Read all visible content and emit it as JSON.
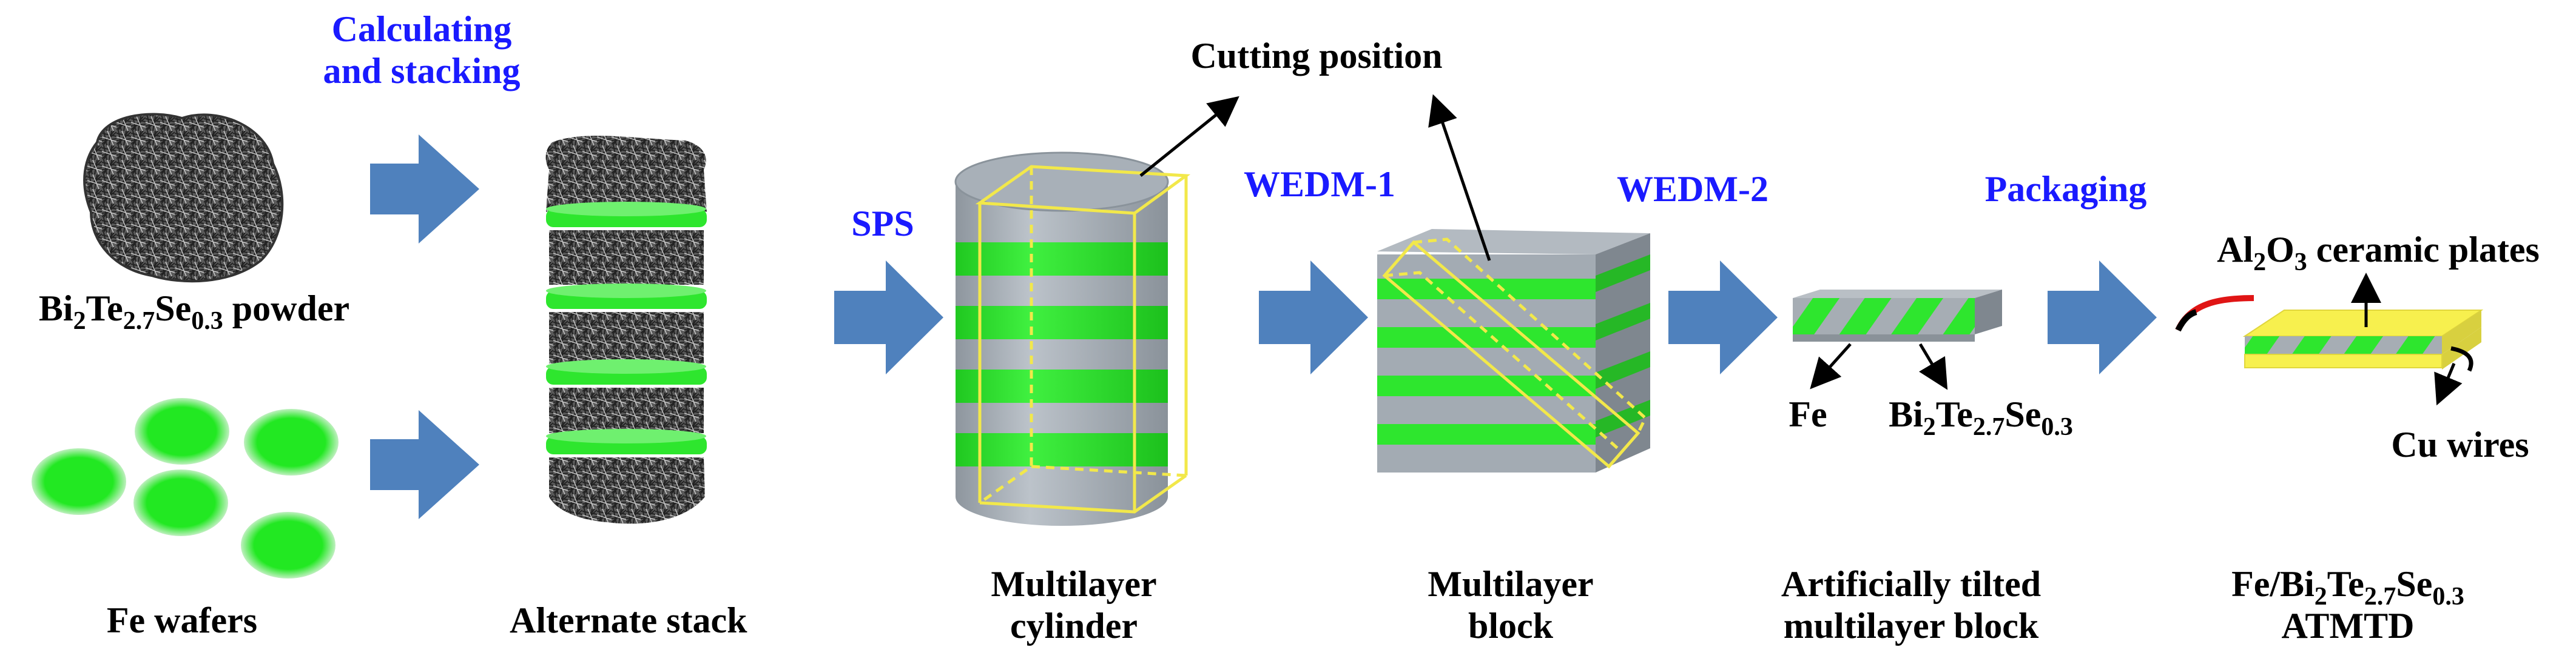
{
  "steps": {
    "calculating": "Calculating",
    "and_stacking": "and stacking",
    "sps": "SPS",
    "wedm1": "WEDM-1",
    "wedm2": "WEDM-2",
    "packaging": "Packaging"
  },
  "labels": {
    "powder": {
      "p1": "Bi",
      "s1": "2",
      "p2": "Te",
      "s2": "2.7",
      "p3": "Se",
      "s3": "0.3",
      "p4": " powder"
    },
    "fe_wafers": "Fe wafers",
    "alternate_stack": "Alternate stack",
    "cutting_position": "Cutting position",
    "multilayer_cylinder": [
      "Multilayer",
      "cylinder"
    ],
    "multilayer_block": [
      "Multilayer",
      "block"
    ],
    "fe": "Fe",
    "bite_small": {
      "p1": "Bi",
      "s1": "2",
      "p2": "Te",
      "s2": "2.7",
      "p3": "Se",
      "s3": "0.3"
    },
    "tilted_block": [
      "Artificially tilted",
      "multilayer block"
    ],
    "ceramic": {
      "p1": "Al",
      "s1": "2",
      "p2": "O",
      "s2": "3",
      "p3": " ceramic plates"
    },
    "cu_wires": "Cu wires",
    "atmtd_formula": {
      "p1": "Fe/Bi",
      "s1": "2",
      "p2": "Te",
      "s2": "2.7",
      "p3": "Se",
      "s3": "0.3"
    },
    "atmtd": "ATMTD"
  },
  "colors": {
    "arrow_blue": "#4f81bd",
    "green": "#2ee62e",
    "gray": "#a3abb3",
    "yellow_outline": "#f2e84a",
    "yellow_plate": "#f7f04e",
    "step_text": "#1a1aff"
  }
}
